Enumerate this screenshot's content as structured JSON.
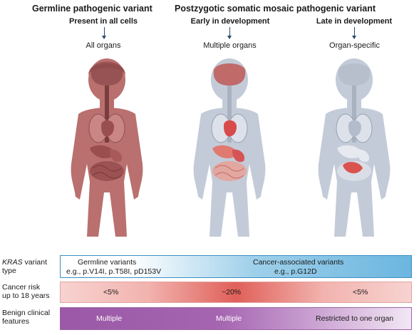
{
  "headers": {
    "germline": "Germline pathogenic variant",
    "mosaic": "Postzygotic somatic mosaic pathogenic variant"
  },
  "columns": [
    {
      "timing": "Present in all cells",
      "organs": "All organs",
      "color": "#b9706f"
    },
    {
      "timing": "Early in development",
      "organs": "Multiple organs",
      "color": "#c3cbd8"
    },
    {
      "timing": "Late in development",
      "organs": "Organ-specific",
      "color": "#c3cbd8"
    }
  ],
  "rows": {
    "variant": {
      "label_italic": "KRAS",
      "label_rest": " variant",
      "label_line2": "type",
      "germline_title": "Germline variants",
      "germline_examples": "e.g., p.V14I, p.T58I, pD153V",
      "cancer_title": "Cancer-associated variants",
      "cancer_examples": "e.g., p.G12D"
    },
    "risk": {
      "label_line1": "Cancer risk",
      "label_line2": "up to 18 years",
      "values": [
        "<5%",
        "~20%",
        "<5%"
      ]
    },
    "benign": {
      "label_line1": "Benign clinical",
      "label_line2": "features",
      "values": [
        "Multiple",
        "Multiple",
        "Restricted to one organ"
      ]
    }
  }
}
